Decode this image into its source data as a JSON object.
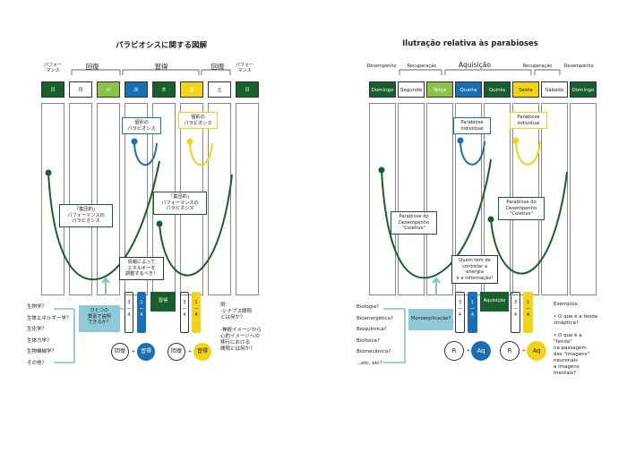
{
  "left": {
    "title": "パラビオシスに関する図解",
    "top_labels": {
      "perf_l": "パフォー\nマンス",
      "kaifuku_l": "回復",
      "shutoku": "習得",
      "kaifuku_r": "回復",
      "perf_r": "パフォー\nマンス"
    },
    "days": [
      "日",
      "月",
      "火",
      "水",
      "木",
      "金",
      "土",
      "日"
    ],
    "individual_label": "個別の\nパラビオシス",
    "collective_left": "「集団的」\nパフォーマンスの\nパラビオシス",
    "collective_right": "「集団的」\nパフォーマンスの\nパラビオシス",
    "energy_box": "情報によって\nエネルギーを\n調整するべき！",
    "question_box": "ひとつの\n要素で説明\nできるか？",
    "acq_box": "習得",
    "fraction_a": "3\n—\n4",
    "fraction_b": "1\n—\n4",
    "circle_r": "回復",
    "circle_aq": "習得",
    "plus": "+",
    "list": "生物学？\n生体エネルギー学？\n生化学？\n生体力学？\n生物機械学？\nその他？",
    "examples": "例：\n-シナプス間隙\n とは何か？\n\n-神経イメージから\n 心的イメージへの\n 移行における\n 間隙とは何か？"
  },
  "right": {
    "title": "Ilutração relativa às parabioses",
    "top_labels": {
      "perf_l": "Desempenho",
      "rec_l": "Recuperação",
      "aq": "Aquisição",
      "rec_r": "Recuperação",
      "perf_r": "Desempenho"
    },
    "days": [
      "Domingo",
      "Segunda",
      "Terça",
      "Quarta",
      "Quinta",
      "Sexta",
      "Sábado",
      "Domingo"
    ],
    "individual_left": "Parabiose\nindividual",
    "individual_right": "Parabiose\nindividual",
    "collective_left": "Parabiose do\nDesempenho\n\"Coletivo\"",
    "collective_right": "Parabiose do\nDesempenho\n\"Coletivo\"",
    "energy_box": "Quem tem de\ncontrolar a energia\né a informação!",
    "question_box": "Monoexplicação?",
    "acq_box": "Aquisição",
    "fraction_a": "3\n—\n4",
    "fraction_b": "1\n—\n4",
    "circle_r": "R",
    "circle_aq": "Aq",
    "plus": "+",
    "list": "Biologia?\nBioenergética?\nBioquímica?\nBiofísica?\nBiomecânica?\n...etc, etc?",
    "examples": "Exemplos:\n\n• O que é a fenda\n  sináptica?\n\n• O que é a\n  \"fenda\"\n  na passagem\n  das \"imagens\"\n  neuronais\n  a imagens\n  mentais?"
  },
  "colors": {
    "green": "#1a5e2e",
    "light_green": "#8bc34a",
    "blue": "#1a6fb5",
    "yellow": "#f2d31b",
    "cyan": "#8fc9d8",
    "cyan_line": "#7fbfd0"
  }
}
